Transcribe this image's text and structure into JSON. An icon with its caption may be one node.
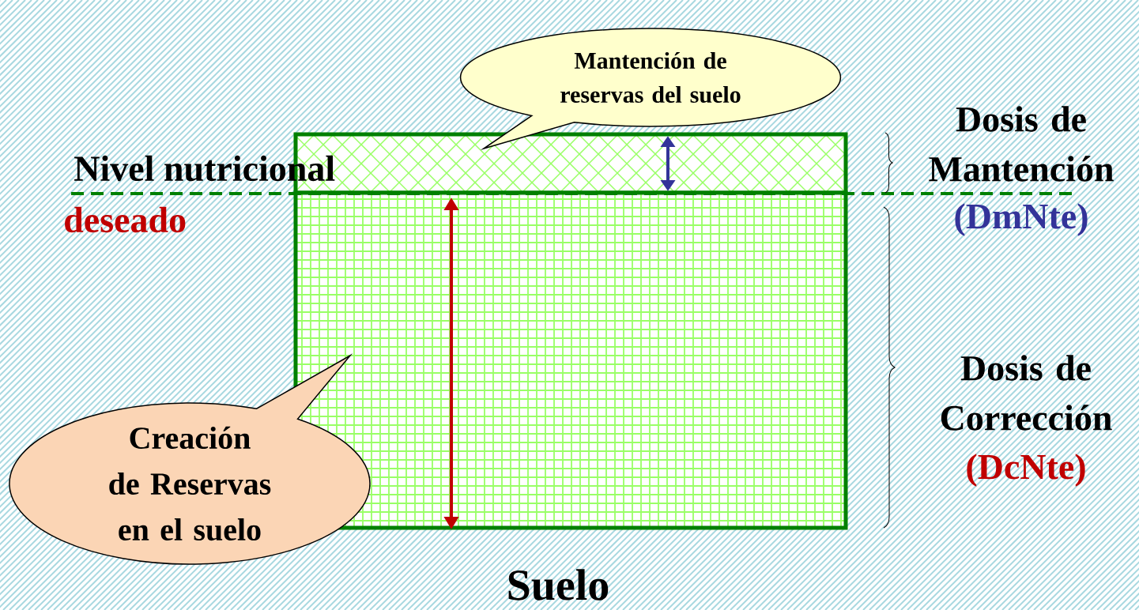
{
  "diagram": {
    "nodes": [
      {
        "text": [],
        "shape": "box"
      },
      {
        "text": [],
        "shape": "box"
      },
      {
        "text": [
          "Mantención de reservas del suelo"
        ]
      },
      {
        "text": [
          "Creación de Reservas en el suelo"
        ]
      }
    ],
    "labels": [
      "Nivel nutricional",
      "deseado",
      "Dosis de Mantención",
      "(DmNte)",
      "Dosis de Corrección",
      "(DcNte)",
      "Suelo"
    ]
  }
}
